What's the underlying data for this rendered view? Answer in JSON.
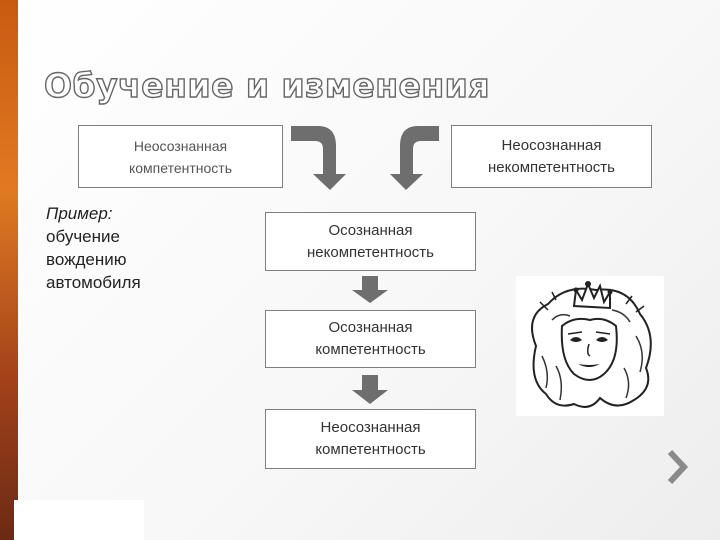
{
  "title": "Обучение и изменения",
  "diagram": {
    "top_left_box": "Неосознанная\nкомпетентность",
    "top_right_box": "Неосознанная\nнекомпетентность",
    "center_boxes": [
      "Осознанная\nнекомпетентность",
      "Осознанная\nкомпетентность",
      "Неосознанная\nкомпетентность"
    ]
  },
  "example": {
    "label": "Пример:",
    "lines": [
      "обучение",
      "вождению",
      "автомобиля"
    ]
  },
  "colors": {
    "arrow_fill": "#6e6e6e",
    "box_border": "#7f7f7f",
    "accent_bar": "#d2691e"
  },
  "icons": {
    "next": "chevron-right-icon",
    "picture": "woman-with-crown-drawing"
  }
}
